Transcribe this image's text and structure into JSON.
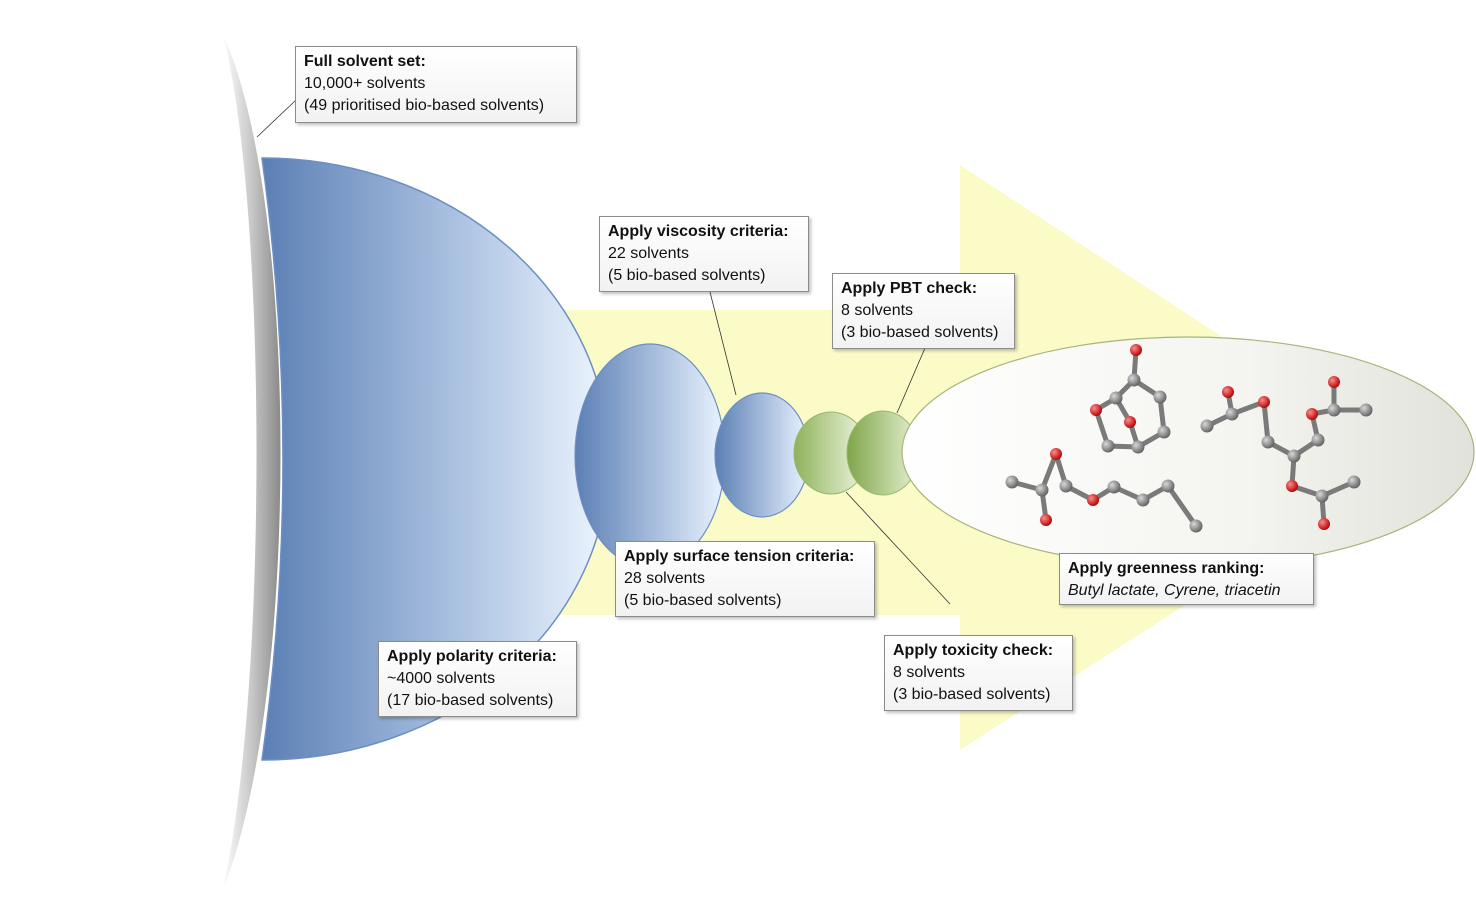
{
  "steps": {
    "full_set": {
      "title": "Full solvent set:",
      "count": "10,000+ solvents",
      "bio": "(49 prioritised bio-based solvents)"
    },
    "polarity": {
      "title": "Apply polarity criteria:",
      "count": "~4000 solvents",
      "bio": "(17 bio-based solvents)"
    },
    "surface_tension": {
      "title": "Apply surface tension criteria:",
      "count": "28 solvents",
      "bio": "(5 bio-based solvents)"
    },
    "viscosity": {
      "title": "Apply viscosity criteria:",
      "count": "22 solvents",
      "bio": "(5 bio-based solvents)"
    },
    "toxicity": {
      "title": "Apply toxicity check:",
      "count": "8 solvents",
      "bio": "(3 bio-based solvents)"
    },
    "pbt": {
      "title": "Apply PBT check:",
      "count": "8 solvents",
      "bio": "(3 bio-based solvents)"
    },
    "greenness": {
      "title": "Apply greenness ranking:",
      "result": "Butyl lactate, Cyrene, triacetin"
    }
  },
  "colors": {
    "arrow": "#fbfbc8",
    "blue_dark": "#5b7fb5",
    "blue_light": "#eaf4ff",
    "green_dark": "#8fb25a",
    "green_light": "#f0f7e4",
    "carbon": "#8a8a8a",
    "oxygen": "#e02020"
  }
}
